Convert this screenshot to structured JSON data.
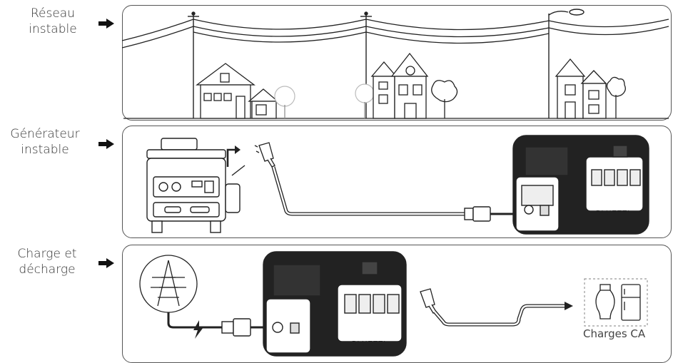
{
  "rows": [
    {
      "label_line1": "Réseau",
      "label_line2": "instable"
    },
    {
      "label_line1": "Générateur",
      "label_line2": "instable"
    },
    {
      "label_line1": "Charge et",
      "label_line2": "décharge"
    }
  ],
  "device": {
    "brand": "BLUETTI"
  },
  "loads": {
    "caption": "Charges CA"
  },
  "icons": [
    "arrow-right-icon",
    "house-icon",
    "power-pole-icon",
    "tree-icon",
    "street-lamp-icon",
    "generator-icon",
    "plug-icon",
    "power-station-icon",
    "transmission-tower-icon",
    "lightning-icon",
    "bulb-icon",
    "fridge-icon"
  ]
}
